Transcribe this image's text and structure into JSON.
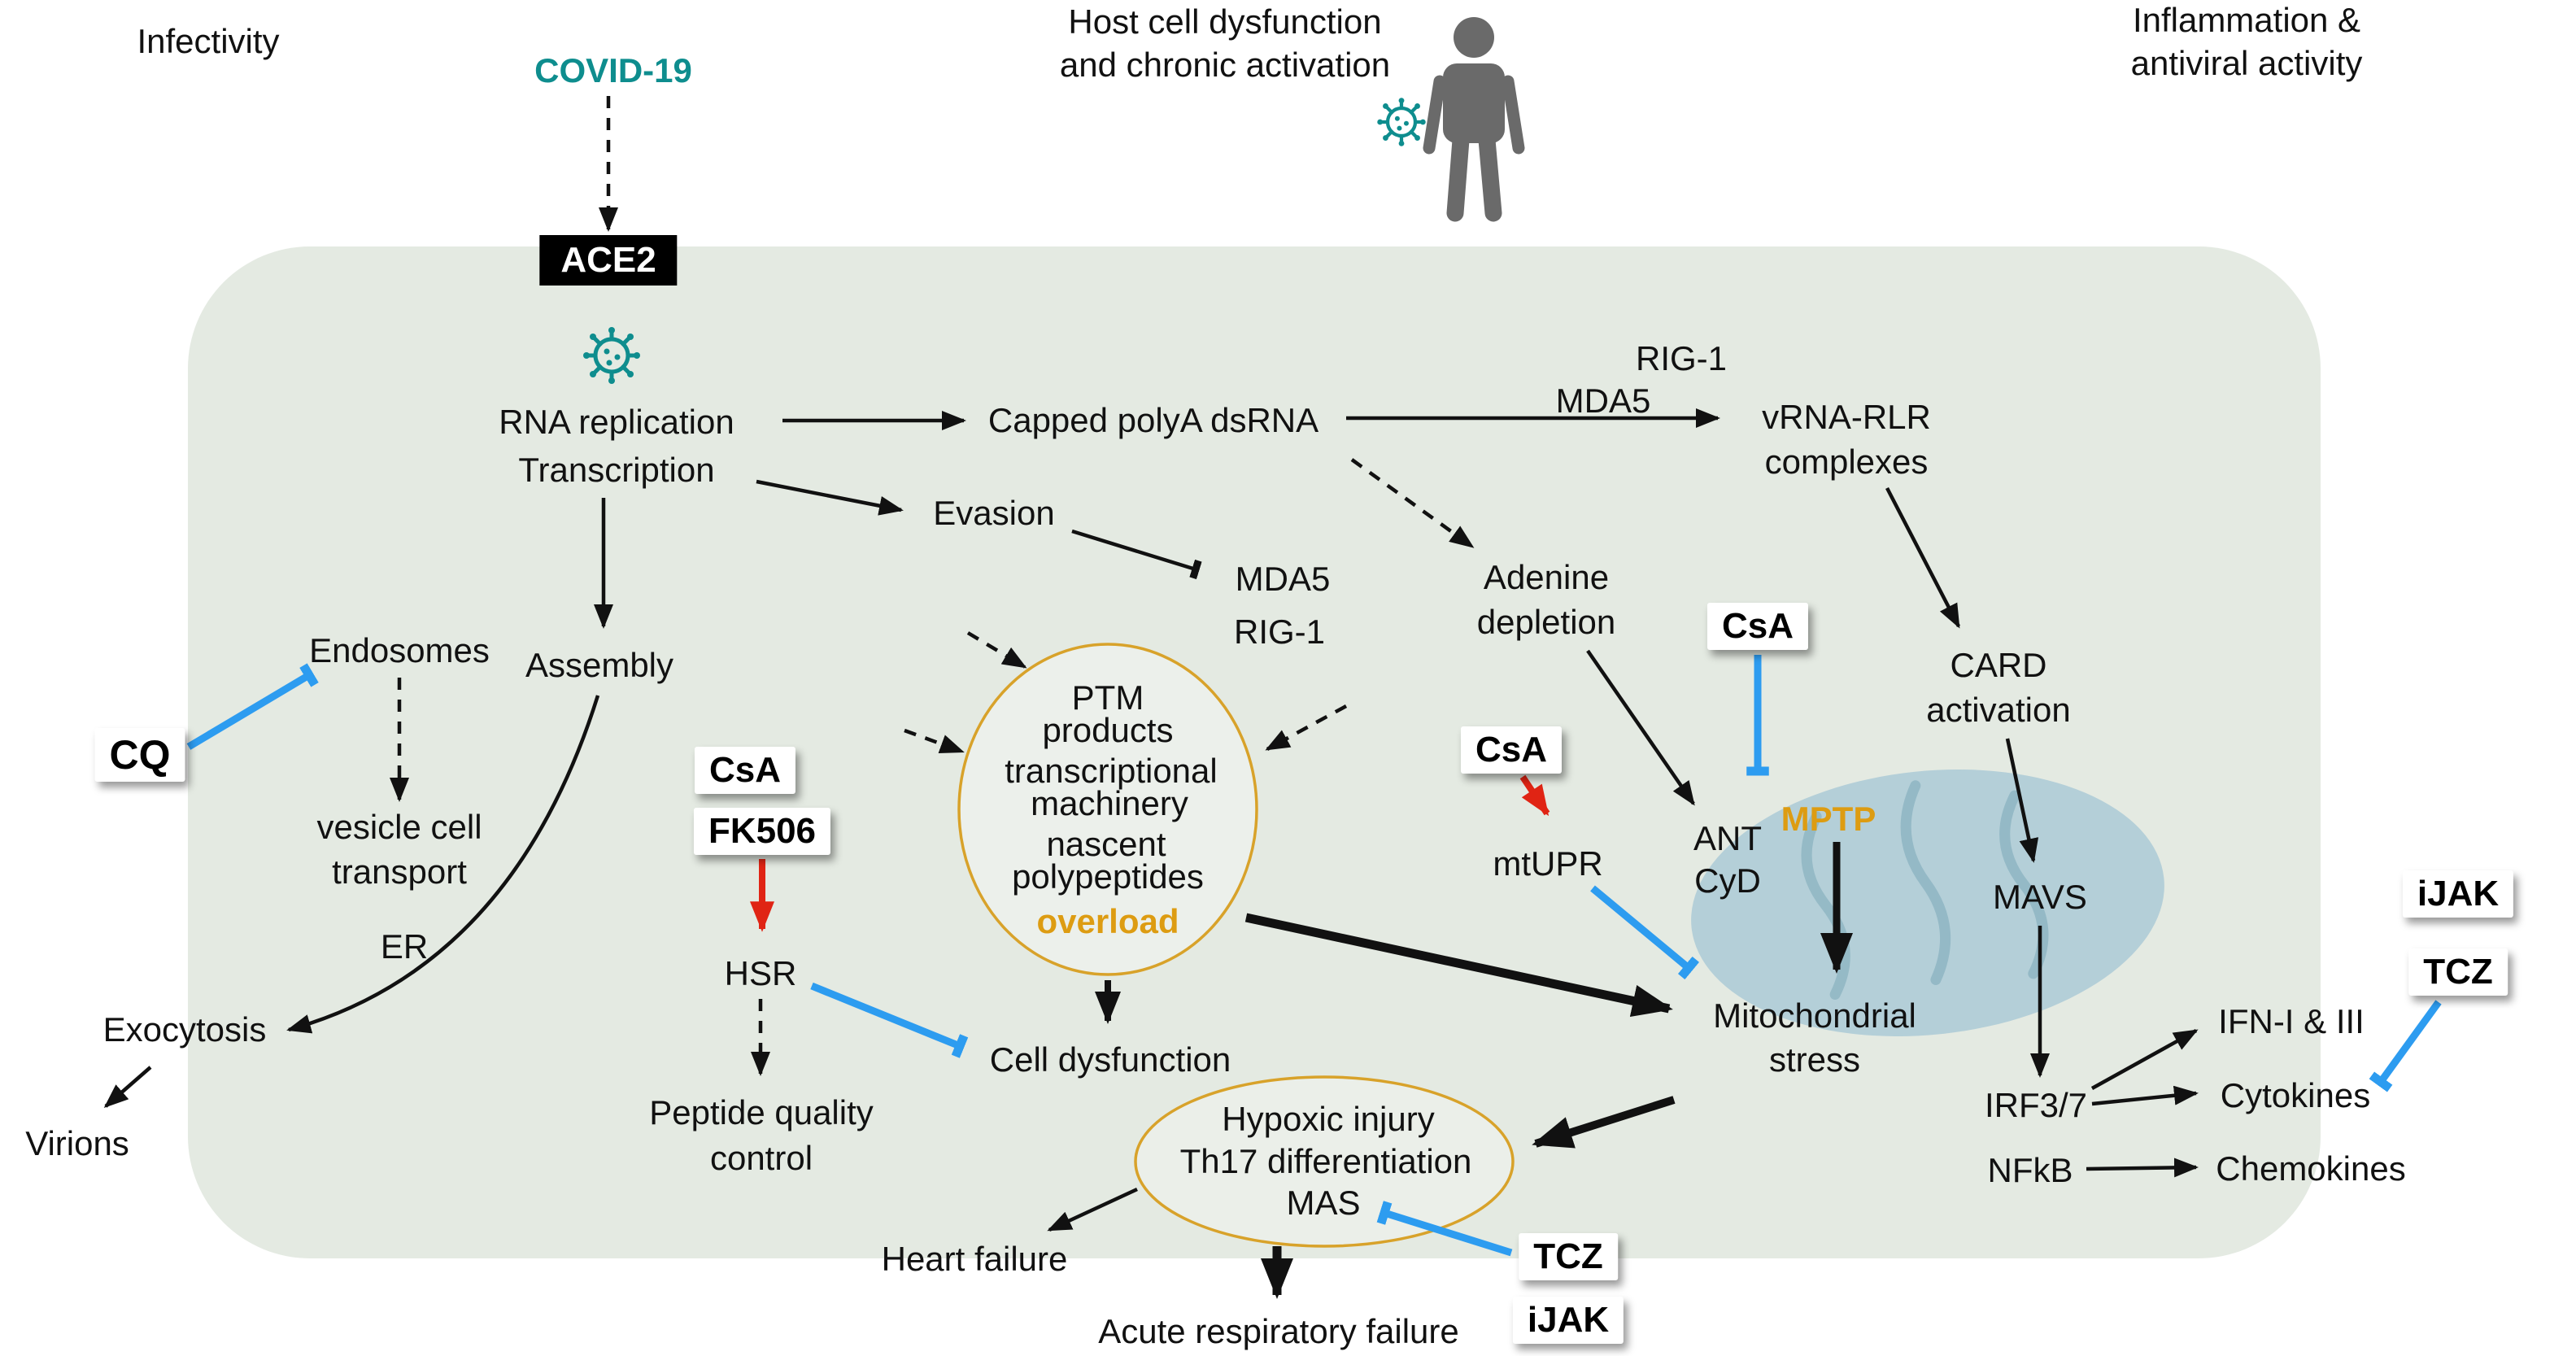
{
  "colors": {
    "cell_background": "#e4eae2",
    "teal_accent": "#0e8d8e",
    "orange_accent": "#dd9c12",
    "inhibition_blue": "#2d9cf0",
    "stimulus_red": "#e02414",
    "mitochondrion_fill": "#b4cfd8",
    "ellipse_outline": "#d8a22a"
  },
  "icons": {
    "virus": "coronavirus-icon",
    "person": "person-silhouette-icon"
  },
  "header": {
    "infectivity": "Infectivity",
    "covid": "COVID-19",
    "host_line1": "Host cell dysfunction",
    "host_line2": "and chronic activation",
    "inflammation_line1": "Inflammation &",
    "inflammation_line2": "antiviral activity"
  },
  "receptor": {
    "ace2": "ACE2"
  },
  "nodes": {
    "rna_replication": "RNA replication",
    "transcription": "Transcription",
    "capped": "Capped polyA dsRNA",
    "rig1_top": "RIG-1",
    "mda5_top": "MDA5",
    "vrna1": "vRNA-RLR",
    "vrna2": "complexes",
    "evasion": "Evasion",
    "mda5": "MDA5",
    "rig1": "RIG-1",
    "adenine1": "Adenine",
    "adenine2": "depletion",
    "card1": "CARD",
    "card2": "activation",
    "endosomes": "Endosomes",
    "assembly": "Assembly",
    "vesicle1": "vesicle cell",
    "vesicle2": "transport",
    "er": "ER",
    "exocytosis": "Exocytosis",
    "virions": "Virions",
    "hsr": "HSR",
    "peptide1": "Peptide quality",
    "peptide2": "control",
    "cell_dysfunction": "Cell dysfunction",
    "mtupr": "mtUPR",
    "ant": "ANT",
    "cyd": "CyD",
    "mptp": "MPTP",
    "mavs": "MAVS",
    "mito1": "Mitochondrial",
    "mito2": "stress",
    "irf": "IRF3/7",
    "nfkb": "NFkB",
    "ifn": "IFN-I & III",
    "cytokines": "Cytokines",
    "chemokines": "Chemokines",
    "heart": "Heart failure",
    "ards": "Acute respiratory failure"
  },
  "ptm_ellipse": {
    "l1": "PTM",
    "l2": "products",
    "l3": "transcriptional",
    "l4": "machinery",
    "l5": "nascent",
    "l6": "polypeptides",
    "l7": "overload"
  },
  "injury_ellipse": {
    "l1": "Hypoxic injury",
    "l2": "Th17 differentiation",
    "l3": "MAS"
  },
  "drugs": {
    "cq": "CQ",
    "csa_left": "CsA",
    "fk506": "FK506",
    "csa_mid": "CsA",
    "csa_top": "CsA",
    "tcz_bottom": "TCZ",
    "ijak_bottom": "iJAK",
    "ijak_right": "iJAK",
    "tcz_right": "TCZ"
  }
}
